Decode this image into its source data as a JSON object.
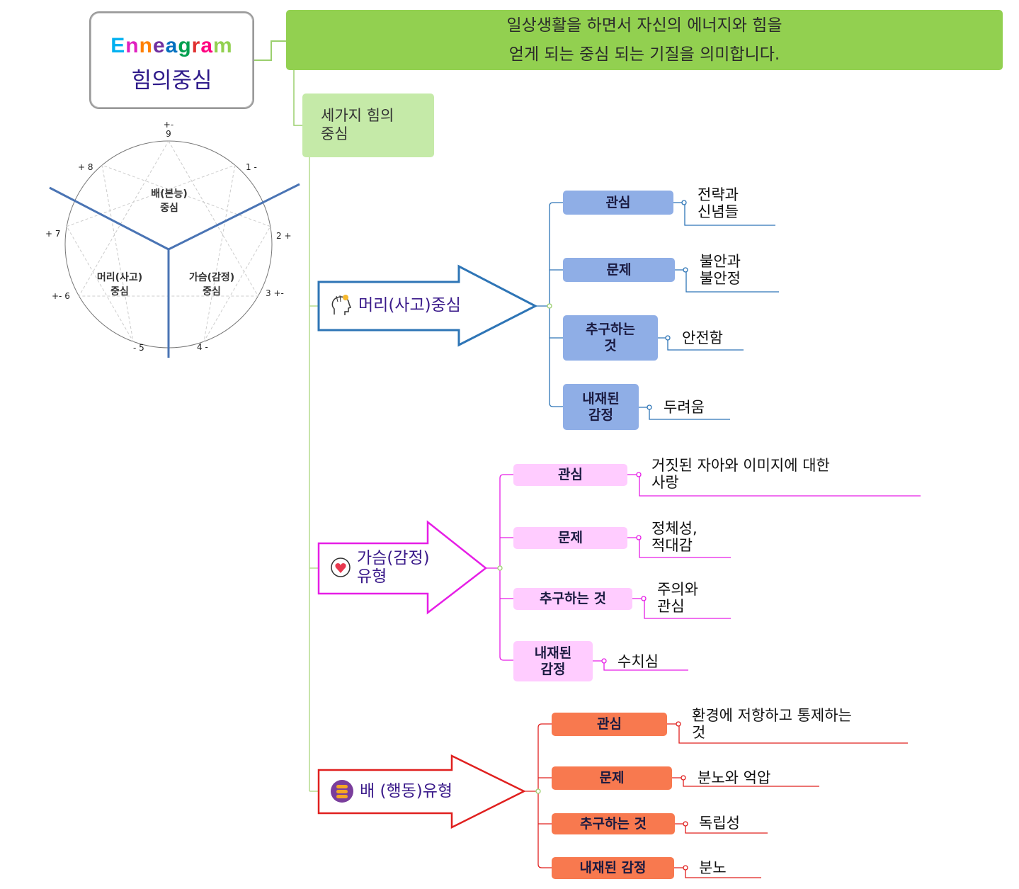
{
  "title": {
    "logo": "Enneagram",
    "logo_colors": [
      "#00b0f0",
      "#e020c0",
      "#ff8000",
      "#7030a0",
      "#0070c0",
      "#00a050",
      "#e03030",
      "#ff0080",
      "#92d050"
    ],
    "subtitle": "힘의중심"
  },
  "definition": {
    "line1": "일상생활을 하면서 자신의 에너지와 힘을",
    "line2": "얻게 되는 중심 되는 기질을 의미합니다."
  },
  "three_centers": {
    "line1": "세가지 힘의",
    "line2": "중심"
  },
  "enneagram": {
    "points": [
      {
        "num": "9",
        "sign": "+-"
      },
      {
        "label": "1 -"
      },
      {
        "label": "2 +"
      },
      {
        "label": "3 +-"
      },
      {
        "label": "4 -"
      },
      {
        "label": "- 5"
      },
      {
        "label": "+- 6"
      },
      {
        "label": "+ 7"
      },
      {
        "label": "+ 8"
      }
    ],
    "regions": {
      "gut": {
        "line1": "배(본능)",
        "line2": "중심"
      },
      "head": {
        "line1": "머리(사고)",
        "line2": "중심"
      },
      "heart": {
        "line1": "가슴(감정)",
        "line2": "중심"
      }
    }
  },
  "colors": {
    "head": "#2e75b6",
    "heart": "#e61ee6",
    "gut": "#e0201f",
    "green": "#92d050"
  },
  "branches": {
    "head": {
      "label": "머리(사고)중심",
      "icon": "thinking-head-icon",
      "items": [
        {
          "node": "관심",
          "leaf1": "전략과",
          "leaf2": "신념들"
        },
        {
          "node": "문제",
          "leaf1": "불안과",
          "leaf2": "불안정"
        },
        {
          "node1": "추구하는",
          "node2": "것",
          "leaf1": "안전함"
        },
        {
          "node1": "내재된",
          "node2": "감정",
          "leaf1": "두려움"
        }
      ]
    },
    "heart": {
      "label1": "가슴(감정)",
      "label2": "유형",
      "icon": "heart-icon",
      "items": [
        {
          "node": "관심",
          "leaf1": "거짓된 자아와 이미지에 대한",
          "leaf2": "사랑"
        },
        {
          "node": "문제",
          "leaf1": "정체성,",
          "leaf2": "적대감"
        },
        {
          "node": "추구하는 것",
          "leaf1": "주의와",
          "leaf2": "관심"
        },
        {
          "node1": "내재된",
          "node2": "감정",
          "leaf1": "수치심"
        }
      ]
    },
    "gut": {
      "label": "배 (행동)유형",
      "icon": "belly-icon",
      "items": [
        {
          "node": "관심",
          "leaf1": "환경에 저항하고 통제하는",
          "leaf2": "것"
        },
        {
          "node": "문제",
          "leaf1": "분노와 억압"
        },
        {
          "node": "추구하는 것",
          "leaf1": "독립성"
        },
        {
          "node": "내재된 감정",
          "leaf1": "분노"
        }
      ]
    }
  }
}
